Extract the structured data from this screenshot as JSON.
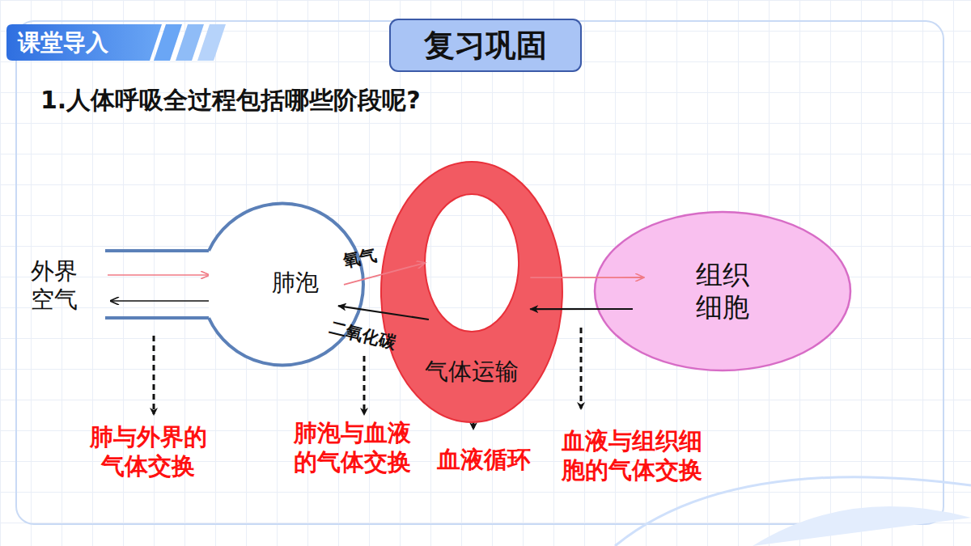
{
  "diagram": {
    "title": "复习巩固",
    "nodes": [
      {
        "text": [
          "肺泡"
        ]
      },
      {
        "text": [
          "气体运输"
        ]
      },
      {
        "text": [
          "组织 细胞"
        ]
      }
    ],
    "edges": [
      {
        "from": 0,
        "to": 1,
        "label": "氧气",
        "arrow": "to"
      },
      {
        "from": 1,
        "to": 0,
        "label": "二氧化碳",
        "arrow": "to"
      },
      {
        "from": 1,
        "to": 2,
        "arrow": "to"
      },
      {
        "from": 2,
        "to": 1,
        "arrow": "to"
      }
    ],
    "labels": [
      "课堂导入",
      "1.人体呼吸全过程包括哪些阶段呢?",
      "外界 空气",
      "肺与外界的 气体交换",
      "肺泡与血液 的气体交换",
      "血液循环",
      "血液与组织细 胞的气体交换"
    ]
  }
}
